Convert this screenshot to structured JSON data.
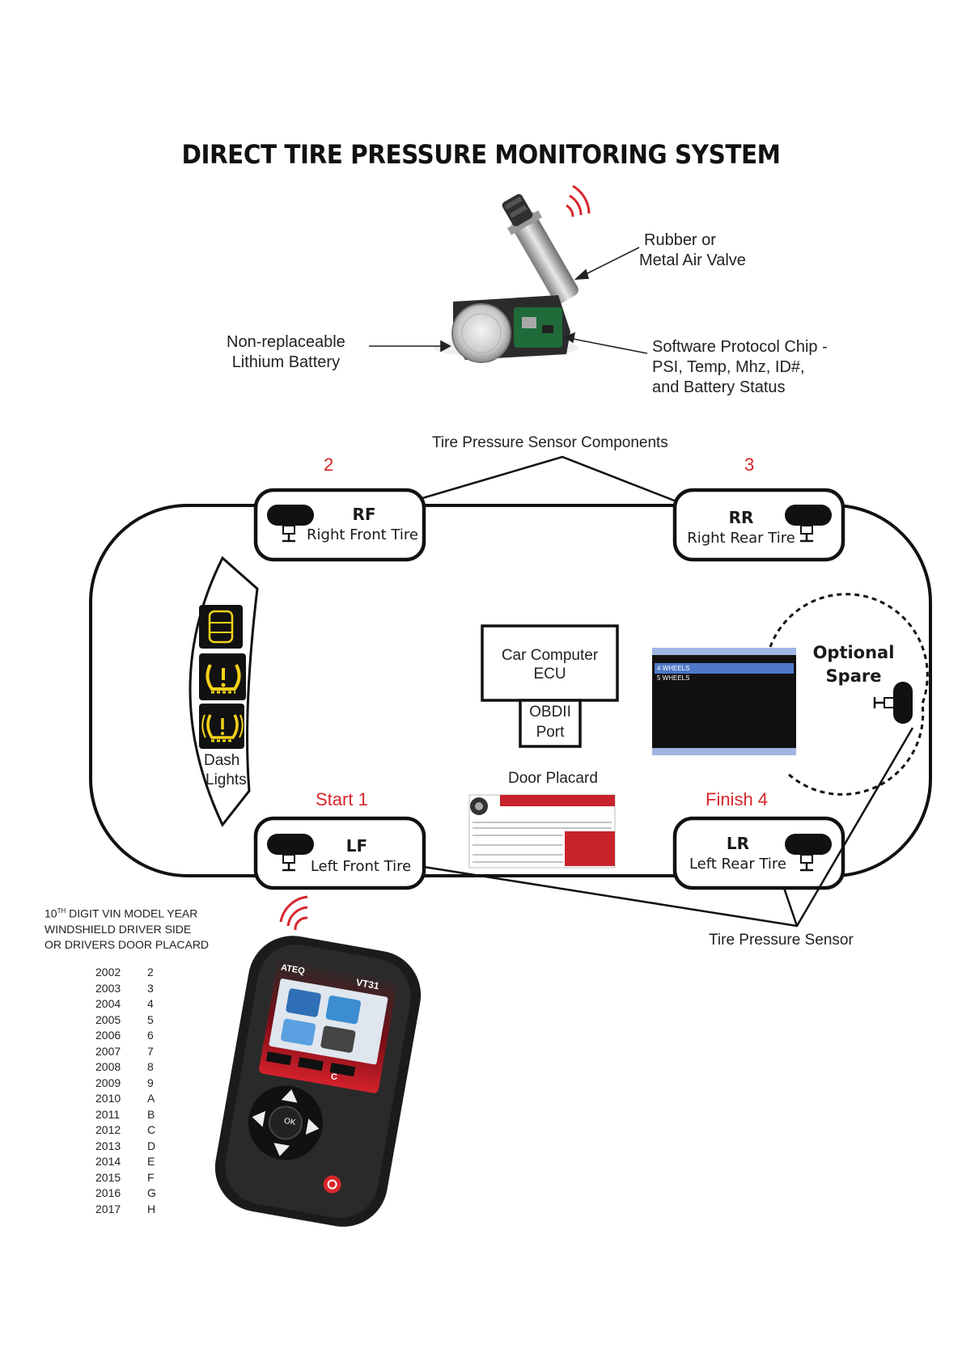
{
  "title": "DIRECT TIRE PRESSURE MONITORING SYSTEM",
  "sensor_components": {
    "valve_label": [
      "Rubber or",
      "Metal Air Valve"
    ],
    "battery_label": [
      "Non-replaceable",
      "Lithium Battery"
    ],
    "chip_label": [
      "Software Protocol Chip -",
      "PSI, Temp, Mhz, ID#,",
      "and Battery Status"
    ],
    "caption": "Tire Pressure Sensor Components"
  },
  "tires": {
    "rf": {
      "code": "RF",
      "name": "Right  Front Tire",
      "order": "2"
    },
    "rr": {
      "code": "RR",
      "name": "Right Rear Tire",
      "order": "3"
    },
    "lf": {
      "code": "LF",
      "name": "Left  Front Tire",
      "order": "Start 1"
    },
    "lr": {
      "code": "LR",
      "name": "Left  Rear Tire",
      "order": "Finish 4"
    }
  },
  "ecu": {
    "line1": "Car Computer",
    "line2": "ECU"
  },
  "obd": {
    "line1": "OBDII",
    "line2": "Port"
  },
  "dash_lights": {
    "line1": "Dash",
    "line2": "Lights"
  },
  "door_placard": "Door Placard",
  "spare": {
    "line1": "Optional",
    "line2": "Spare"
  },
  "tool_screen": {
    "options": [
      "4 WHEELS",
      "5 WHEELS"
    ]
  },
  "sensor_caption": "Tire Pressure Sensor",
  "vin": {
    "heading_prefix": "10",
    "heading_sup": "TH",
    "heading_line1_rest": " DIGIT VIN MODEL YEAR",
    "heading_line2": "WINDSHIELD DRIVER SIDE",
    "heading_line3": "OR DRIVERS DOOR PLACARD",
    "rows": [
      {
        "year": "2002",
        "code": "2"
      },
      {
        "year": "2003",
        "code": "3"
      },
      {
        "year": "2004",
        "code": "4"
      },
      {
        "year": "2005",
        "code": "5"
      },
      {
        "year": "2006",
        "code": "6"
      },
      {
        "year": "2007",
        "code": "7"
      },
      {
        "year": "2008",
        "code": "8"
      },
      {
        "year": "2009",
        "code": "9"
      },
      {
        "year": "2010",
        "code": "A"
      },
      {
        "year": "2011",
        "code": "B"
      },
      {
        "year": "2012",
        "code": "C"
      },
      {
        "year": "2013",
        "code": "D"
      },
      {
        "year": "2014",
        "code": "E"
      },
      {
        "year": "2015",
        "code": "F"
      },
      {
        "year": "2016",
        "code": "G"
      },
      {
        "year": "2017",
        "code": "H"
      }
    ]
  },
  "tool": {
    "brand": "ATEQ",
    "model": "VT31",
    "ok_label": "OK",
    "c_label": "C"
  },
  "colors": {
    "accent_red": "#d6262b",
    "screen_blue": "#4f79c8",
    "dash_yellow": "#f3d21a"
  }
}
